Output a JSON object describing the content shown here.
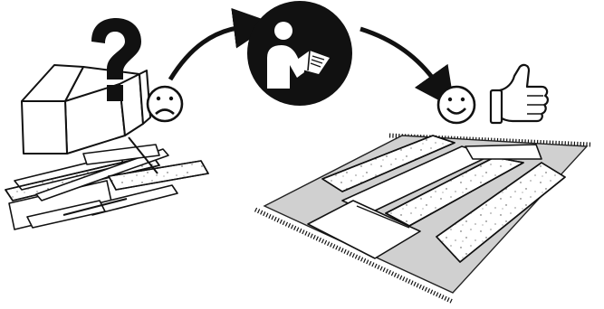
{
  "illustration": {
    "steps": [
      {
        "name": "unboxing-confused",
        "icons": [
          "open-box-icon",
          "question-mark-icon",
          "sad-face-icon",
          "loose-panels-icon"
        ]
      },
      {
        "name": "read-manual",
        "icons": [
          "person-reading-manual-icon"
        ]
      },
      {
        "name": "organized-parts",
        "icons": [
          "happy-face-icon",
          "thumbs-up-icon",
          "rug-icon",
          "laid-out-panels-icon"
        ]
      }
    ],
    "colors": {
      "ink": "#111111",
      "rug": "#d0d0d0",
      "panel": "#ffffff"
    }
  }
}
